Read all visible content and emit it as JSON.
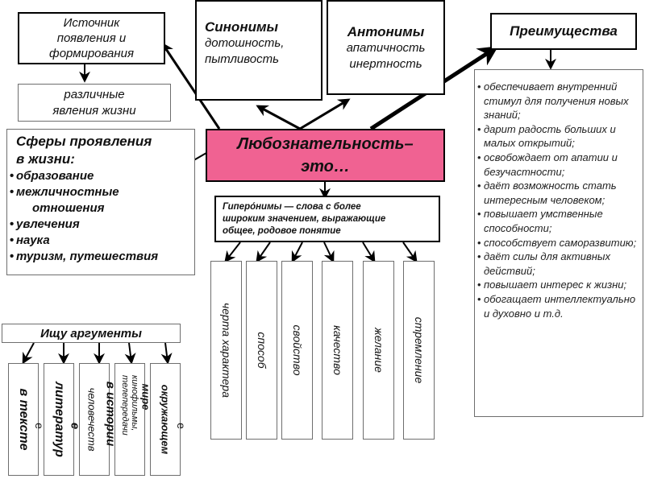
{
  "center": {
    "line1": "Любознательность–",
    "line2": "это…",
    "fill": "#f06292"
  },
  "source": {
    "lines": [
      "Источник",
      "появления и",
      "формирования"
    ]
  },
  "phenomena": {
    "lines": [
      "различные",
      "явления жизни"
    ]
  },
  "synonyms": {
    "title": "Синонимы",
    "lines": [
      "дотошность,",
      "пытливость"
    ]
  },
  "antonyms": {
    "title": "Антонимы",
    "lines": [
      "апатичность",
      "инертность"
    ]
  },
  "spheres": {
    "title_lines": [
      "Сферы проявления",
      "в жизни:"
    ],
    "items": [
      "образование",
      "межличностные",
      "отношения",
      "увлечения",
      "наука",
      "туризм, путешествия"
    ]
  },
  "advantages": {
    "title": "Преимущества",
    "items": [
      "обеспечивает внутренний стимул для получения новых знаний;",
      "дарит радость больших и малых открытий;",
      "освобождает от апатии и безучастности;",
      "даёт возможность стать интересным человеком;",
      "повышает умственные способности;",
      "способствует саморазвитию;",
      "даёт силы для активных действий;",
      "повышает интерес к жизни;",
      "обогащает интеллектуально и духовно и т.д."
    ]
  },
  "hyperonyms": {
    "lines": [
      "Гиперо́нимы — слова с более",
      "широким значением, выражающие",
      "общее, родовое понятие"
    ]
  },
  "hyperonym_items": [
    "черта характера",
    "способ",
    "свойство",
    "качество",
    "желание",
    "стремление"
  ],
  "arguments": {
    "title": "Ищу аргументы",
    "items": [
      {
        "main": "в тексте",
        "overflow": "е"
      },
      {
        "main": "литератур",
        "overflow": "е"
      },
      {
        "main": "человечеств",
        "overflow": "в истории"
      },
      {
        "main": "кинофильмы, телепередачи",
        "overflow": "мире"
      },
      {
        "main": "окружающем",
        "overflow": "е"
      }
    ]
  }
}
